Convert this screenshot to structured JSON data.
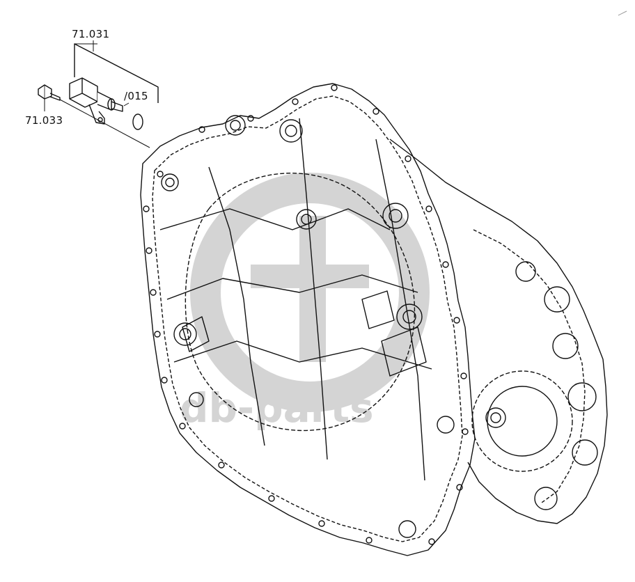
{
  "callouts": {
    "sensor_assembly": "71.031",
    "bolt": "71.033",
    "o_ring": "/015"
  },
  "watermark": {
    "text": "db-parts"
  },
  "colors": {
    "line": "#111111",
    "watermark": "#d4d4d4",
    "background": "#ffffff"
  }
}
